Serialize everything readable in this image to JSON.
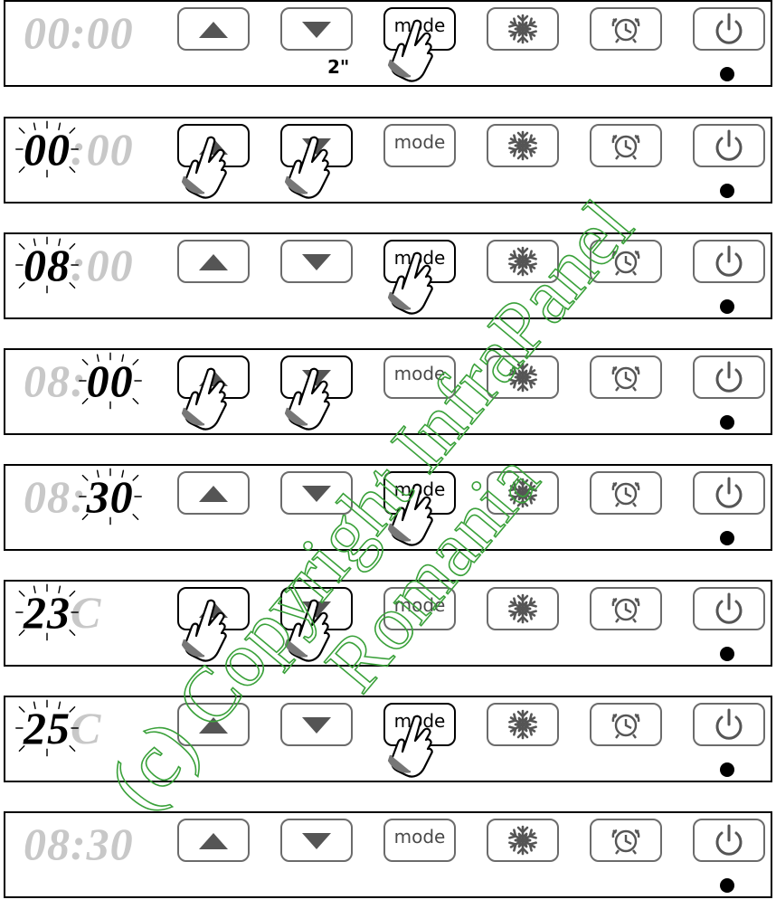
{
  "buttons": [
    "up",
    "down",
    "mode",
    "snowflake",
    "alarm",
    "power"
  ],
  "mode_label": "mode",
  "colors": {
    "lit_digit": "#000000",
    "dim_digit": "#c8c8c8",
    "button_border": "#6b6b6b",
    "watermark": "#3aa13a"
  },
  "watermark": {
    "line1": "(c) Copyright InfraPanel",
    "line2": "Romania"
  },
  "rows": [
    {
      "display": [
        {
          "t": "00:00",
          "s": "dim"
        }
      ],
      "press": [
        "mode"
      ],
      "hint": "2\""
    },
    {
      "display": [
        {
          "t": "00",
          "s": "blink"
        },
        {
          "t": ":00",
          "s": "dim"
        }
      ],
      "press": [
        "up",
        "down"
      ]
    },
    {
      "display": [
        {
          "t": "08",
          "s": "blink"
        },
        {
          "t": ":00",
          "s": "dim"
        }
      ],
      "press": [
        "mode"
      ]
    },
    {
      "display": [
        {
          "t": "08:",
          "s": "dim"
        },
        {
          "t": "00",
          "s": "blink"
        }
      ],
      "press": [
        "up",
        "down"
      ]
    },
    {
      "display": [
        {
          "t": "08:",
          "s": "dim"
        },
        {
          "t": "30",
          "s": "blink"
        }
      ],
      "press": [
        "mode"
      ]
    },
    {
      "display": [
        {
          "t": "23",
          "s": "blink"
        },
        {
          "t": "C",
          "s": "dim"
        }
      ],
      "press": [
        "up",
        "down"
      ]
    },
    {
      "display": [
        {
          "t": "25",
          "s": "blink"
        },
        {
          "t": "C",
          "s": "dim"
        }
      ],
      "press": [
        "mode"
      ]
    },
    {
      "display": [
        {
          "t": "08:30",
          "s": "dim"
        }
      ],
      "press": []
    }
  ]
}
